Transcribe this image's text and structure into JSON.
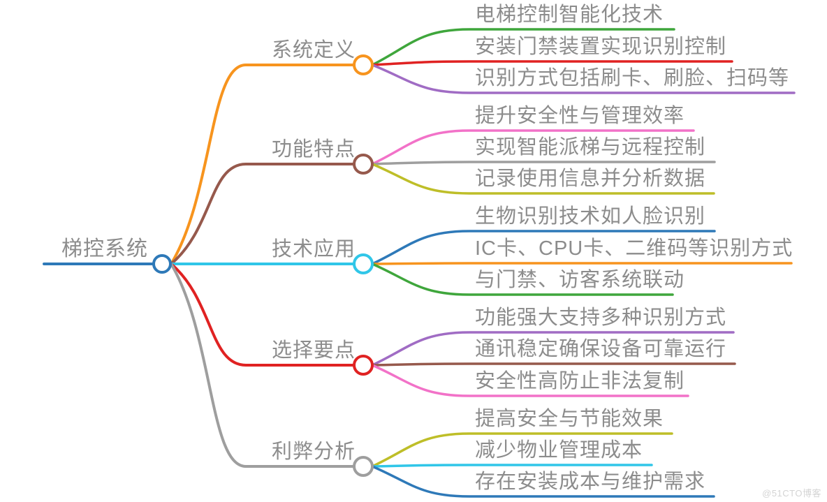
{
  "root": {
    "label": "梯控系统",
    "color": "#2E79B8"
  },
  "branches": [
    {
      "label": "系统定义",
      "color": "#F7941E",
      "children": [
        {
          "label": "电梯控制智能化技术",
          "color": "#3FA63C"
        },
        {
          "label": "安装门禁装置实现识别控制",
          "color": "#E02222"
        },
        {
          "label": "识别方式包括刷卡、刷脸、扫码等",
          "color": "#A06CC4"
        }
      ]
    },
    {
      "label": "功能特点",
      "color": "#96594C",
      "children": [
        {
          "label": "提升安全性与管理效率",
          "color": "#F272C8"
        },
        {
          "label": "实现智能派梯与远程控制",
          "color": "#9E9E9E"
        },
        {
          "label": "记录使用信息并分析数据",
          "color": "#BEBE28"
        }
      ]
    },
    {
      "label": "技术应用",
      "color": "#30C6E8",
      "children": [
        {
          "label": "生物识别技术如人脸识别",
          "color": "#2E79B8"
        },
        {
          "label": "IC卡、CPU卡、二维码等识别方式",
          "color": "#F7941E"
        },
        {
          "label": "与门禁、访客系统联动",
          "color": "#3FA63C"
        }
      ]
    },
    {
      "label": "选择要点",
      "color": "#E02222",
      "children": [
        {
          "label": "功能强大支持多种识别方式",
          "color": "#A06CC4"
        },
        {
          "label": "通讯稳定确保设备可靠运行",
          "color": "#96594C"
        },
        {
          "label": "安全性高防止非法复制",
          "color": "#F272C8"
        }
      ]
    },
    {
      "label": "利弊分析",
      "color": "#9E9E9E",
      "children": [
        {
          "label": "提高安全与节能效果",
          "color": "#BEBE28"
        },
        {
          "label": "减少物业管理成本",
          "color": "#30C6E8"
        },
        {
          "label": "存在安装成本与维护需求",
          "color": "#2E79B8"
        }
      ]
    }
  ],
  "watermark": "@51CTO博客",
  "text_color": "#8C8C8C",
  "background_color": "#FFFFFF"
}
